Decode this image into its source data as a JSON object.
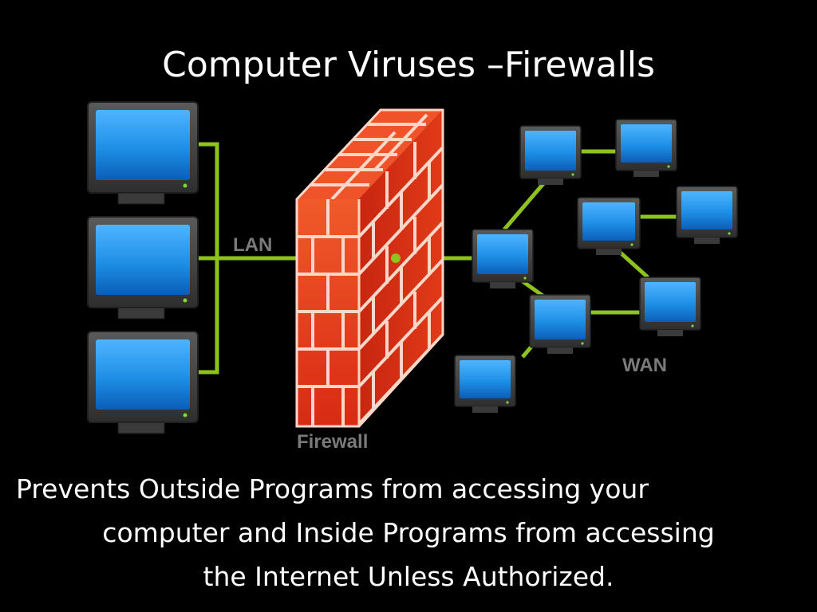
{
  "slide": {
    "title": "Computer Viruses –Firewalls",
    "background_color": "#000000"
  },
  "diagram": {
    "labels": {
      "lan": "LAN",
      "wan": "WAN",
      "firewall": "Firewall"
    },
    "colors": {
      "link_line": "#8dc21f",
      "screen": "#1e8fe6",
      "monitor_frame": "#4a4a4a",
      "brick": "#e83b1e",
      "mortar": "#ffd7c8",
      "label": "#7a7a7a"
    },
    "icons": [
      "computer-monitor-icon",
      "brick-firewall-icon"
    ]
  },
  "caption": {
    "line_1": "Prevents Outside Programs from accessing your",
    "line_2": "computer and Inside Programs from accessing",
    "line_3": "the Internet Unless Authorized."
  }
}
